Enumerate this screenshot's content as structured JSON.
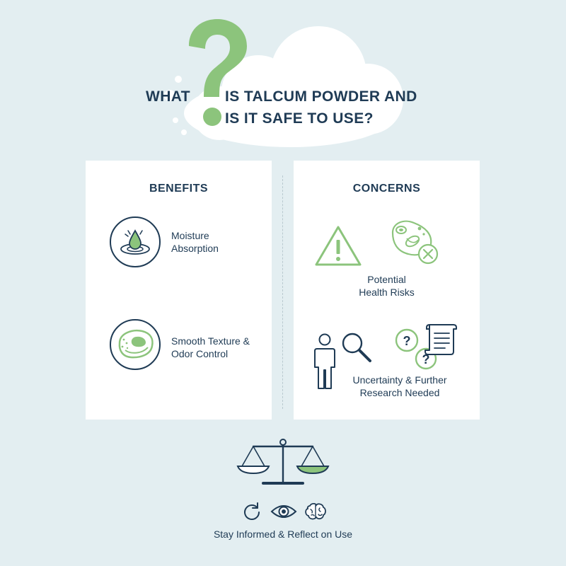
{
  "header": {
    "title_word_1": "WHAT",
    "title_rest_1": "IS TALCUM POWDER AND",
    "title_line_2": "IS IT SAFE TO USE?",
    "accent_color": "#8cc47c",
    "icons": [
      "cloud-icon",
      "question-mark-icon"
    ]
  },
  "benefits": {
    "title": "BENEFITS",
    "items": [
      {
        "label_line_1": "Moisture",
        "label_line_2": "Absorption",
        "icon": "water-drop-icon"
      },
      {
        "label_line_1": "Smooth Texture &",
        "label_line_2": "Odor Control",
        "icon": "powder-puff-icon"
      }
    ]
  },
  "concerns": {
    "title": "CONCERNS",
    "items": [
      {
        "label_line_1": "Potential",
        "label_line_2": "Health Risks",
        "icons": [
          "warning-triangle-icon",
          "cell-x-icon"
        ]
      },
      {
        "label_line_1": "Uncertainty & Further",
        "label_line_2": "Research Needed",
        "icons": [
          "person-icon",
          "magnifier-icon",
          "question-bubbles-icon",
          "document-scroll-icon"
        ]
      }
    ]
  },
  "footer": {
    "text": "Stay Informed & Reflect on Use",
    "icons": [
      "balance-scale-icon",
      "refresh-icon",
      "eye-icon",
      "brain-icon"
    ]
  },
  "colors": {
    "background": "#e3eef1",
    "card": "#ffffff",
    "navy": "#1f3b55",
    "green": "#8cc47c"
  }
}
